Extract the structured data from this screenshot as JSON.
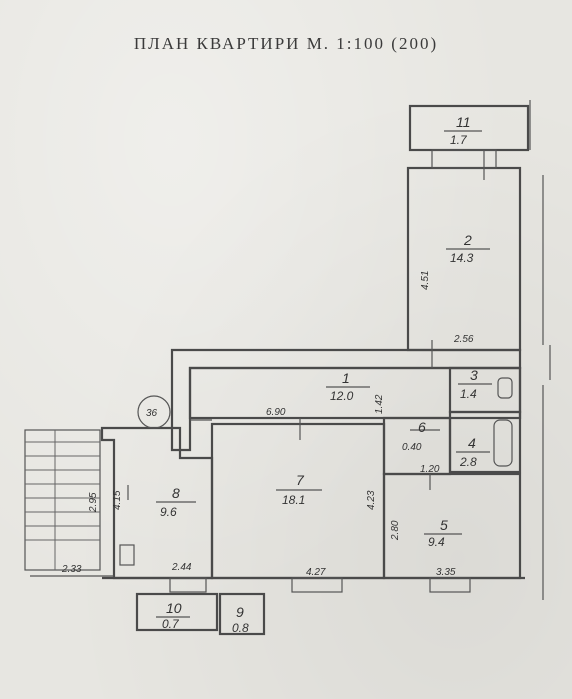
{
  "title": "ПЛАН  КВАРТИРИ  М. 1:100  (200)",
  "rooms": [
    {
      "num": "1",
      "area": "12.0"
    },
    {
      "num": "2",
      "area": "14.3"
    },
    {
      "num": "3",
      "area": "1.4"
    },
    {
      "num": "4",
      "area": "2.8"
    },
    {
      "num": "5",
      "area": "9.4"
    },
    {
      "num": "6",
      "area": "0.40"
    },
    {
      "num": "7",
      "area": "18.1"
    },
    {
      "num": "8",
      "area": "9.6"
    },
    {
      "num": "9",
      "area": "0.8"
    },
    {
      "num": "10",
      "area": "0.7"
    },
    {
      "num": "11",
      "area": "1.7"
    }
  ],
  "dimensions": [
    "4.51",
    "2.56",
    "1.42",
    "6.90",
    "1.20",
    "4.23",
    "2.80",
    "3.35",
    "4.27",
    "2.44",
    "4.15",
    "2.33",
    "2.95",
    "36"
  ]
}
